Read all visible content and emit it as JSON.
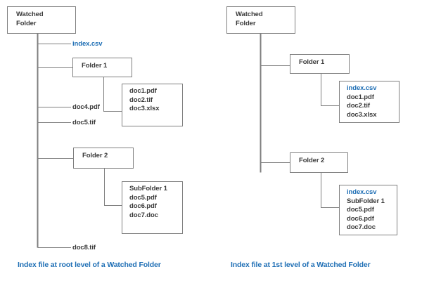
{
  "colors": {
    "line": "#7f7f7f",
    "box_border": "#7f7f7f",
    "text": "#3a3a3a",
    "index_accent": "#1f6fb5",
    "background": "#ffffff"
  },
  "diagrams": [
    {
      "id": "root-level",
      "caption": "Index file at root level of a Watched Folder",
      "root": {
        "line1": "Watched",
        "line2": "Folder"
      },
      "trunk_items": [
        {
          "name": "index-csv",
          "label": "index.csv",
          "accent": true
        },
        {
          "name": "folder-1",
          "label": "Folder 1",
          "accent": false
        },
        {
          "name": "doc4-pdf",
          "label": "doc4.pdf",
          "accent": false
        },
        {
          "name": "doc5-tif",
          "label": "doc5.tif",
          "accent": false
        },
        {
          "name": "folder-2",
          "label": "Folder 2",
          "accent": false
        },
        {
          "name": "doc8-tif",
          "label": "doc8.tif",
          "accent": false
        }
      ],
      "folder1_contents": [
        {
          "label": "doc1.pdf",
          "accent": false
        },
        {
          "label": "doc2.tif",
          "accent": false
        },
        {
          "label": "doc3.xlsx",
          "accent": false
        }
      ],
      "folder2_contents": [
        {
          "label": "SubFolder 1",
          "accent": false
        },
        {
          "label": "doc5.pdf",
          "accent": false
        },
        {
          "label": "doc6.pdf",
          "accent": false
        },
        {
          "label": "doc7.doc",
          "accent": false
        }
      ]
    },
    {
      "id": "first-level",
      "caption": "Index file at 1st level of a Watched Folder",
      "root": {
        "line1": "Watched",
        "line2": "Folder"
      },
      "trunk_items": [
        {
          "name": "folder-1",
          "label": "Folder 1",
          "accent": false
        },
        {
          "name": "folder-2",
          "label": "Folder 2",
          "accent": false
        }
      ],
      "folder1_contents": [
        {
          "label": "index.csv",
          "accent": true
        },
        {
          "label": "doc1.pdf",
          "accent": false
        },
        {
          "label": "doc2.tif",
          "accent": false
        },
        {
          "label": "doc3.xlsx",
          "accent": false
        }
      ],
      "folder2_contents": [
        {
          "label": "index.csv",
          "accent": true
        },
        {
          "label": "SubFolder 1",
          "accent": false
        },
        {
          "label": "doc5.pdf",
          "accent": false
        },
        {
          "label": "doc6.pdf",
          "accent": false
        },
        {
          "label": "doc7.doc",
          "accent": false
        }
      ]
    }
  ]
}
